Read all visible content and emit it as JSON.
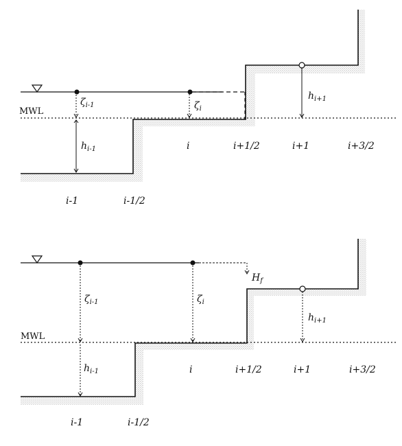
{
  "top": {
    "mwl": "MWL",
    "zeta_prev": "ζ",
    "zeta_prev_sub": "i-1",
    "zeta_i": "ζ",
    "zeta_i_sub": "i",
    "h_prev": "h",
    "h_prev_sub": "i-1",
    "h_next": "h",
    "h_next_sub": "i+1",
    "x_i": "i",
    "x_i_half_next": "i+1/2",
    "x_i_next": "i+1",
    "x_i_3half": "i+3/2",
    "x_i_prev": "i-1",
    "x_i_half_prev": "i-1/2"
  },
  "bottom": {
    "mwl": "MWL",
    "zeta_prev": "ζ",
    "zeta_prev_sub": "i-1",
    "zeta_i": "ζ",
    "zeta_i_sub": "i",
    "hf": "H",
    "hf_sub": "f",
    "h_prev": "h",
    "h_prev_sub": "i-1",
    "h_next": "h",
    "h_next_sub": "i+1",
    "x_i": "i",
    "x_i_half_next": "i+1/2",
    "x_i_next": "i+1",
    "x_i_3half": "i+3/2",
    "x_i_prev": "i-1",
    "x_i_half_prev": "i-1/2"
  }
}
